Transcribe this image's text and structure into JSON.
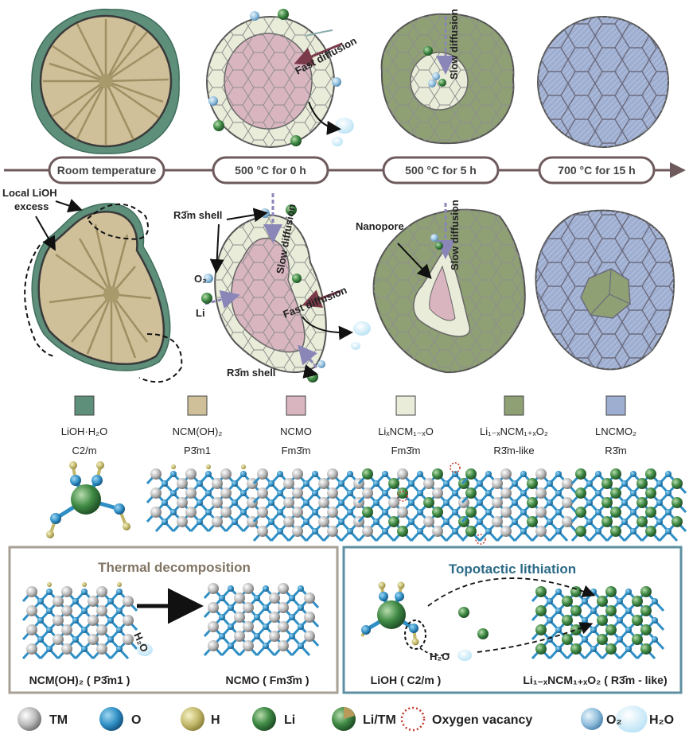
{
  "stages": [
    "Room temperature",
    "500 °C for 0 h",
    "500 °C for 5 h",
    "700 °C for 15 h"
  ],
  "annotations": {
    "fast_diffusion": "Fast diffusion",
    "slow_diffusion": "Slow diffusion",
    "local_lioh": "Local LiOH",
    "excess": "excess",
    "r3m_shell": "R3̄m shell",
    "o2": "O₂",
    "li": "Li",
    "nanopore": "Nanopore"
  },
  "phases": [
    {
      "name": "LiOH·H₂O",
      "group": "C2/m",
      "color": "#5e8f7a"
    },
    {
      "name": "NCM(OH)₂",
      "group": "P3̄m1",
      "color": "#cfc09a"
    },
    {
      "name": "NCMO",
      "group": "Fm3̄m",
      "color": "#d9b5c0"
    },
    {
      "name": "LiₓNCM₁₋ₓO",
      "group": "Fm3̄m",
      "color": "#e8ecd8"
    },
    {
      "name": "Li₁₋ₓNCM₁₊ₓO₂",
      "group": "R3̄m-like",
      "color": "#8fa074"
    },
    {
      "name": "LNCMO₂",
      "group": "R3̄m",
      "color": "#9eaed1"
    }
  ],
  "boxes": {
    "left_title": "Thermal decomposition",
    "left_from": "NCM(OH)₂ ( P3̄m1 )",
    "left_to": "NCMO ( Fm3̄m )",
    "left_h2o": "H₂O",
    "right_title": "Topotactic lithiation",
    "right_from": "LiOH ( C2/m )",
    "right_to": "Li₁₋ₓNCM₁₊ₓO₂ ( R3̄m - like)",
    "right_h2o": "H₂O"
  },
  "legend": [
    {
      "label": "TM",
      "icon": "grey-sphere"
    },
    {
      "label": "O",
      "icon": "blue-sphere"
    },
    {
      "label": "H",
      "icon": "yellow-sphere"
    },
    {
      "label": "Li",
      "icon": "green-sphere"
    },
    {
      "label": "Li/TM",
      "icon": "mixed-sphere"
    },
    {
      "label": "Oxygen vacancy",
      "icon": "dashed-circle"
    },
    {
      "label": "O₂",
      "icon": "light-blue-sphere"
    },
    {
      "label": "H₂O",
      "icon": "droplet"
    }
  ]
}
